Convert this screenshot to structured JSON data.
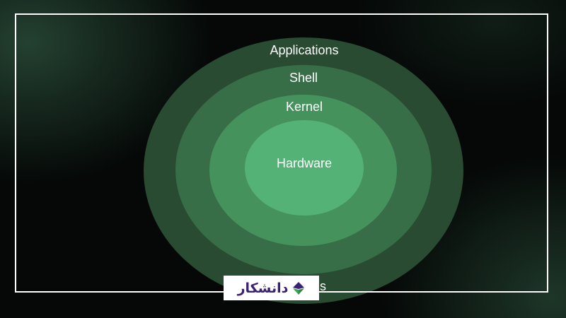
{
  "diagram": {
    "layers": [
      {
        "key": "applications",
        "label": "Applications",
        "color": "#284b32"
      },
      {
        "key": "shell",
        "label": "Shell",
        "color": "#376d47"
      },
      {
        "key": "kernel",
        "label": "Kernel",
        "color": "#46925d"
      },
      {
        "key": "hardware",
        "label": "Hardware",
        "color": "#55b276"
      }
    ],
    "caption_fragment": "s"
  },
  "logo": {
    "text": "دانشکار",
    "icon": "diamond-logo-icon",
    "text_color": "#3b2172",
    "icon_colors": [
      "#3b2172",
      "#3aa65a"
    ]
  },
  "colors": {
    "background": "#050807",
    "frame": "#ffffff",
    "label": "#ffffff"
  }
}
